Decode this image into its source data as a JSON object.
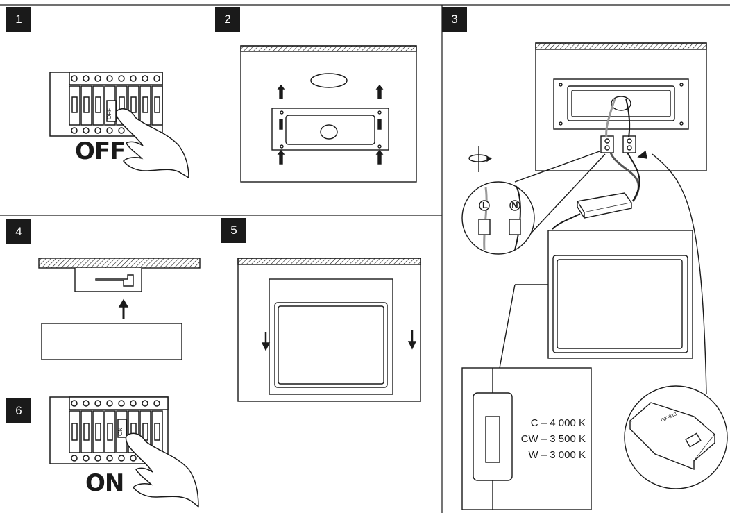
{
  "steps": {
    "s1": "1",
    "s2": "2",
    "s3": "3",
    "s4": "4",
    "s5": "5",
    "s6": "6"
  },
  "switch_off": {
    "big_label": "OFF",
    "switch_text": "OFF"
  },
  "switch_on": {
    "big_label": "ON",
    "switch_text": "ON"
  },
  "wiring": {
    "live_terminal": "L",
    "neutral_terminal": "N"
  },
  "driver_module": {
    "code": "GK-813"
  },
  "color_temperatures": [
    "C – 4 000 K",
    "CW – 3 500 K",
    "W – 3 000 K"
  ],
  "colors": {
    "line": "#1a1a1a",
    "badge": "#1a1a1a",
    "grey_wire": "#9a9a9a"
  }
}
